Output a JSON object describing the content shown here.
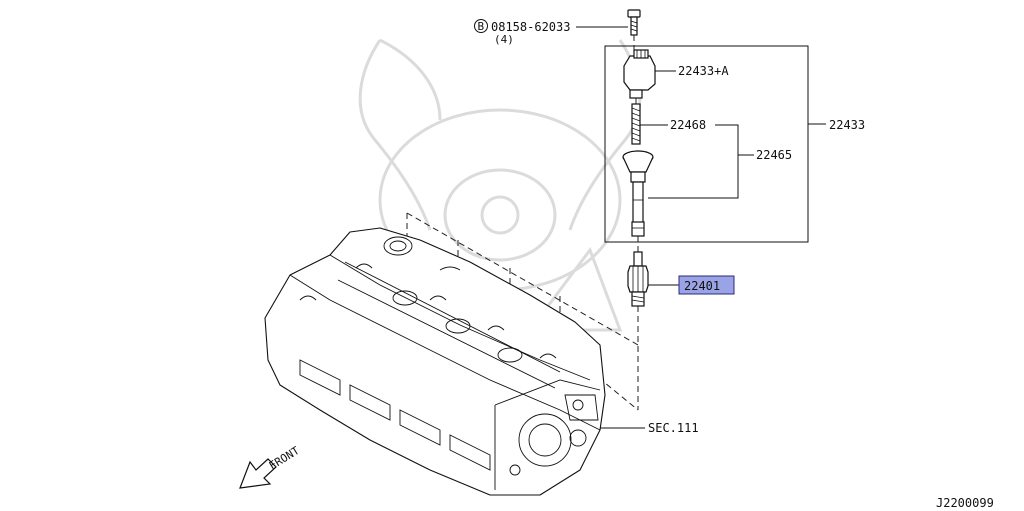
{
  "diagram": {
    "bolt_callout": {
      "symbol": "B",
      "part_number": "08158-62033",
      "quantity": "(4)"
    },
    "labels": {
      "coil_assembly": "22433+A",
      "coil_boot_spring": "22468",
      "coil_boot": "22465",
      "coil_group": "22433",
      "spark_plug": "22401",
      "section_ref": "SEC.111",
      "front_arrow": "FRONT"
    },
    "drawing_code": "J2200099",
    "colors": {
      "line": "#111111",
      "highlight_fill": "#9aa3e6",
      "highlight_border": "#2a2a7a",
      "watermark": "#d8d8d8"
    }
  }
}
